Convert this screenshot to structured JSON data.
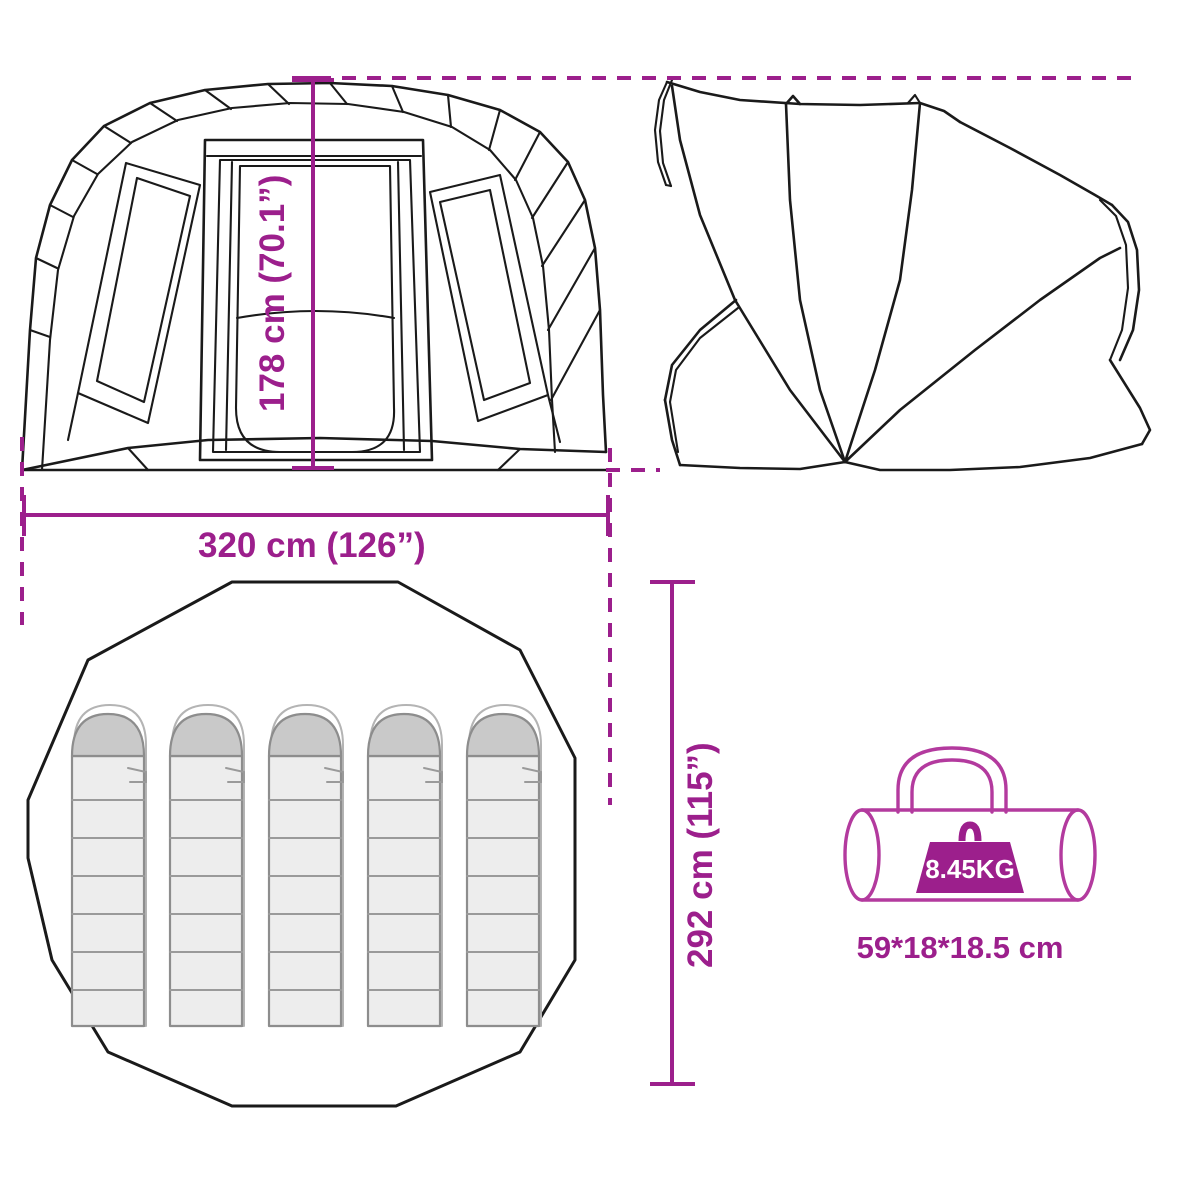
{
  "product": {
    "type": "tent-dimension-diagram",
    "capacity_sleeping_bags": 5
  },
  "colors": {
    "dimension_accent": "#9c1f8c",
    "carry_bag_stroke": "#b33a9e",
    "outline": "#1a1a1a",
    "sleeping_bag_body": "#ededed",
    "sleeping_bag_hood": "#c9c9c9",
    "background": "#ffffff"
  },
  "dimensions": {
    "height": {
      "label": "178 cm (70.1”)",
      "value_cm": 178,
      "value_in": 70.1,
      "orientation": "vertical"
    },
    "width": {
      "label": "320 cm (126”)",
      "value_cm": 320,
      "value_in": 126,
      "orientation": "horizontal"
    },
    "depth": {
      "label": "292 cm (115”)",
      "value_cm": 292,
      "value_in": 115,
      "orientation": "vertical"
    }
  },
  "carry_bag": {
    "weight_label": "8.45KG",
    "weight_kg": 8.45,
    "packed_size_label": "59*18*18.5 cm",
    "icon": "weight-icon"
  },
  "views": {
    "front": "front-elevation-view",
    "side": "side-elevation-view",
    "plan": "floor-plan-view",
    "bag": "carry-bag-view"
  }
}
